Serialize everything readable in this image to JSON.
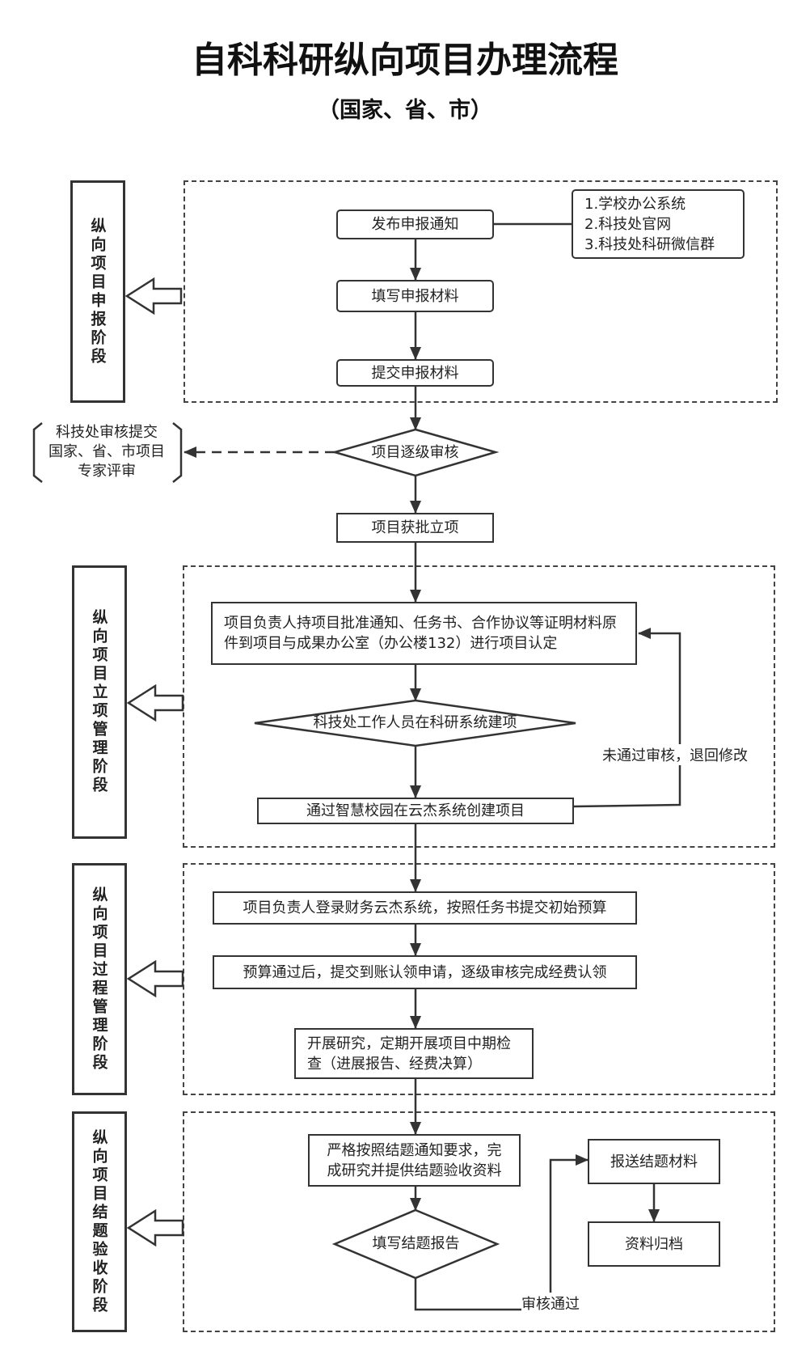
{
  "title": "自科科研纵向项目办理流程",
  "subtitle": "（国家、省、市）",
  "phases": [
    "纵向项目申报阶段",
    "纵向项目立项管理阶段",
    "纵向项目过程管理阶段",
    "纵向项目结题验收阶段"
  ],
  "nodes": {
    "publish": "发布申报通知",
    "channels": [
      "1.学校办公系统",
      "2.科技处官网",
      "3.科技处科研微信群"
    ],
    "fill": "填写申报材料",
    "submit": "提交申报材料",
    "review": "项目逐级审核",
    "expert": [
      "科技处审核提交",
      "国家、省、市项目",
      "专家评审"
    ],
    "approved": "项目获批立项",
    "certify": "项目负责人持项目批准通知、任务书、合作协议等证明材料原件到项目与成果办公室（办公楼132）进行项目认定",
    "build": "科技处工作人员在科研系统建项",
    "create": "通过智慧校园在云杰系统创建项目",
    "reject": "未通过审核，退回修改",
    "budget": "项目负责人登录财务云杰系统，按照任务书提交初始预算",
    "funds": "预算通过后，提交到账认领申请，逐级审核完成经费认领",
    "research": "开展研究，定期开展项目中期检查（进展报告、经费决算）",
    "prepare": "严格按照结题通知要求，完成研究并提供结题验收资料",
    "report": "填写结题报告",
    "pass": "审核通过",
    "send": "报送结题材料",
    "archive": "资料归档"
  }
}
